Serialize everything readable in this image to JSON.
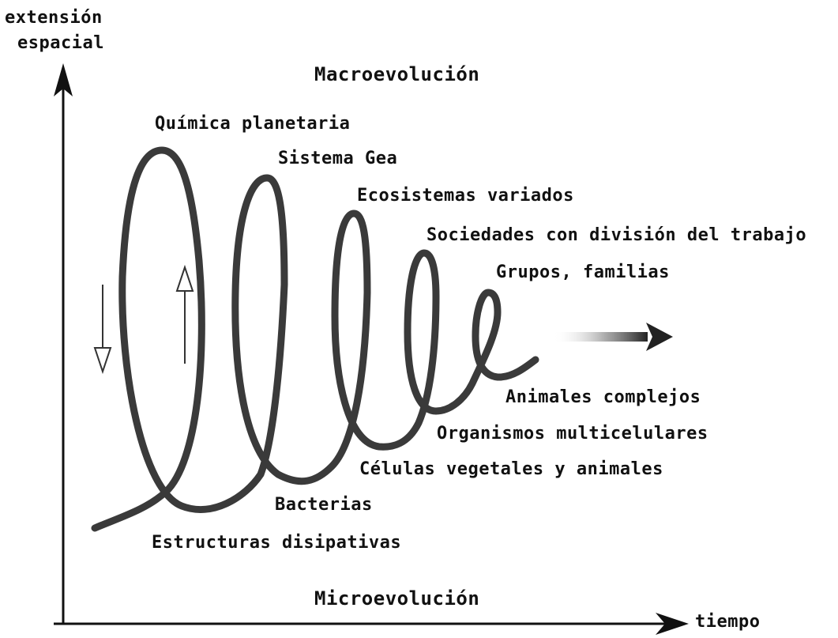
{
  "axes": {
    "y_label_line1": "extensión",
    "y_label_line2": "espacial",
    "x_label": "tiempo"
  },
  "top_label": "Macroevolución",
  "bottom_label": "Microevolución",
  "upper_labels": {
    "quimica": "Química planetaria",
    "gea": "Sistema Gea",
    "ecosistemas": "Ecosistemas variados",
    "sociedades": "Sociedades con división del trabajo",
    "grupos": "Grupos, familias"
  },
  "lower_labels": {
    "animales": "Animales complejos",
    "organismos": "Organismos multicelulares",
    "celulas": "Células vegetales y animales",
    "bacterias": "Bacterias",
    "estructuras": "Estructuras disipativas"
  },
  "colors": {
    "ink": "#111111",
    "spiral": "#3a3a3a",
    "spiral_light": "#8a8a8a"
  }
}
